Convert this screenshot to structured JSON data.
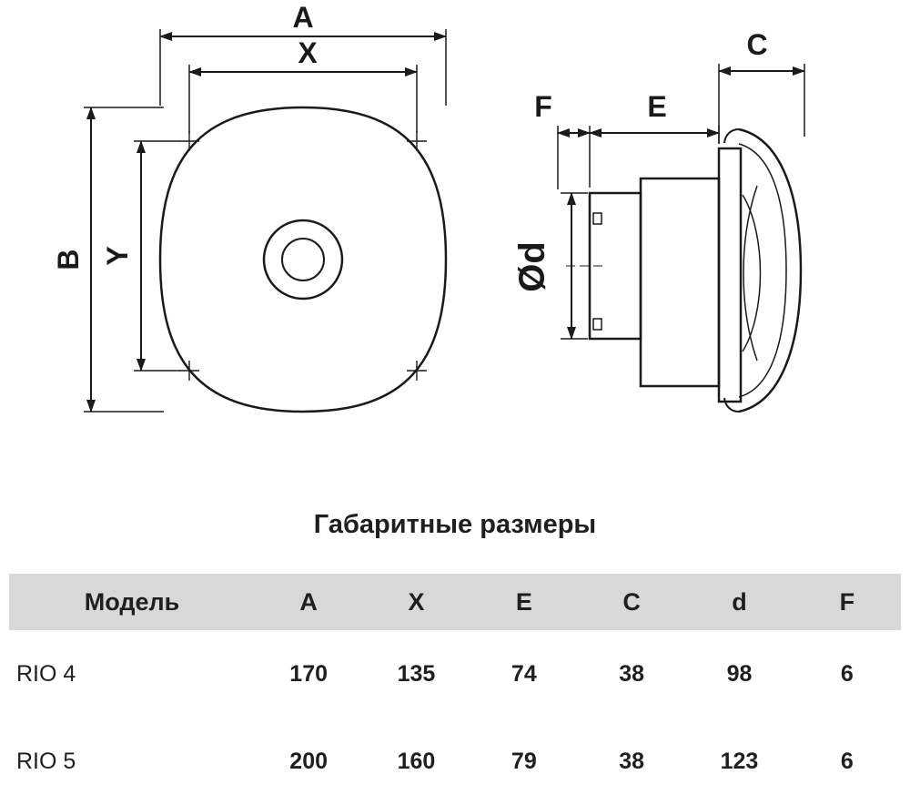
{
  "colors": {
    "table_header_bg": "#d8d8d8",
    "line_color": "#1a1a1a"
  },
  "diagram": {
    "front_view": {
      "dim_a": "A",
      "dim_x": "X",
      "dim_b": "B",
      "dim_y": "Y"
    },
    "side_view": {
      "dim_c": "C",
      "dim_f": "F",
      "dim_e": "E",
      "dim_d": "Ød"
    }
  },
  "table": {
    "title": "Габаритные размеры",
    "headers": [
      "Модель",
      "A",
      "X",
      "E",
      "C",
      "d",
      "F"
    ],
    "rows": [
      {
        "model": "RIO 4",
        "values": [
          "170",
          "135",
          "74",
          "38",
          "98",
          "6"
        ]
      },
      {
        "model": "RIO 5",
        "values": [
          "200",
          "160",
          "79",
          "38",
          "123",
          "6"
        ]
      }
    ]
  }
}
